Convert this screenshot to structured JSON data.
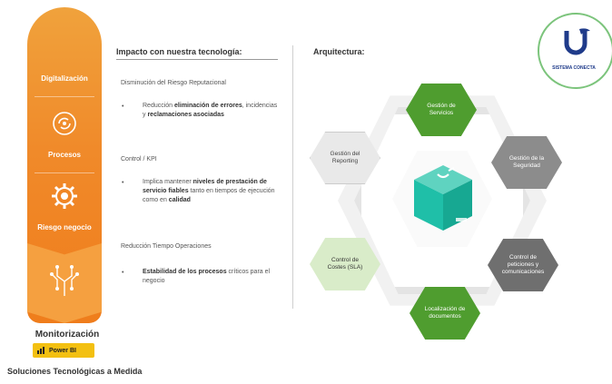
{
  "pillar": {
    "segments": [
      {
        "label": "Digitalización",
        "icon": "digital-icon"
      },
      {
        "label": "Procesos",
        "icon": "process-icon"
      },
      {
        "label": "Riesgo negocio",
        "icon": "risk-gear-icon"
      },
      {
        "label": "",
        "icon": "circuit-icon"
      }
    ]
  },
  "monitoring": {
    "label": "Monitorización",
    "powerbi": "Power BI"
  },
  "footer": {
    "title": "Soluciones Tecnológicas a Medida"
  },
  "impact": {
    "title": "Impacto con nuestra tecnología:",
    "sections": [
      {
        "heading": "Disminución del Riesgo Reputacional",
        "bullet_pre": "Reducción ",
        "bullet_bold1": "eliminación de errores",
        "bullet_mid": ", incidencias y ",
        "bullet_bold2": "reclamaciones asociadas",
        "bullet_post": ""
      },
      {
        "heading": "Control / KPI",
        "bullet_pre": "Implica mantener ",
        "bullet_bold1": "niveles de prestación de servicio fiables",
        "bullet_mid": " tanto en tiempos de ejecución como en ",
        "bullet_bold2": "calidad",
        "bullet_post": ""
      },
      {
        "heading": "Reducción Tiempo Operaciones",
        "bullet_pre": "",
        "bullet_bold1": "Estabilidad de los procesos",
        "bullet_mid": " críticos para el negocio",
        "bullet_bold2": "",
        "bullet_post": ""
      }
    ]
  },
  "architecture": {
    "title": "Arquitectura:",
    "nodes": {
      "top": "Gestión de Servicios",
      "top_right": "Gestión de la Seguridad",
      "bottom_right": "Control de peticiones y comunicaciones",
      "bottom": "Localización de documentos",
      "bottom_left": "Control de Costes (SLA)",
      "top_left": "Gestión del Reporting"
    }
  },
  "logo": {
    "caption": "SISTEMA CONECTA"
  },
  "colors": {
    "pillar_orange": "#f08a2a",
    "node_green": "#4f9d2f",
    "node_gray": "#8c8c8c",
    "cube_teal": "#1fbfa8",
    "powerbi_yellow": "#f3c011",
    "logo_blue": "#1f3b8a"
  }
}
